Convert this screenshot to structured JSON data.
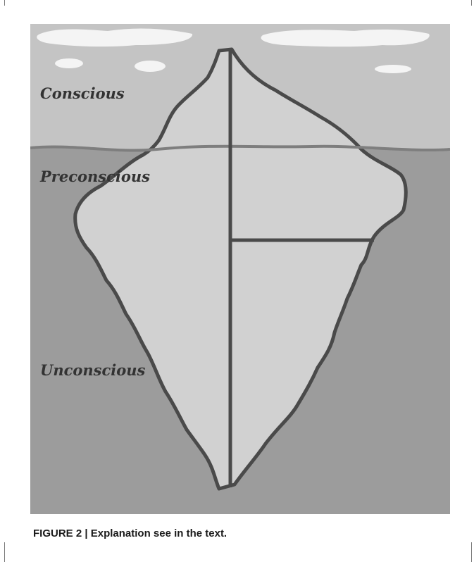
{
  "diagram": {
    "labels": {
      "conscious": "Conscious",
      "preconscious": "Preconscious",
      "unconscious": "Unconscious"
    },
    "colors": {
      "sky": "#c4c4c4",
      "cloud": "#f4f4f4",
      "water": "#9c9c9c",
      "waterline": "#7e7e7e",
      "iceberg_above": "#ffffff",
      "iceberg_below": "#d1d1d1",
      "outline": "#4a4a4a"
    }
  },
  "caption": {
    "figure_label": "FIGURE 2 |",
    "text": "Explanation see in the text."
  }
}
